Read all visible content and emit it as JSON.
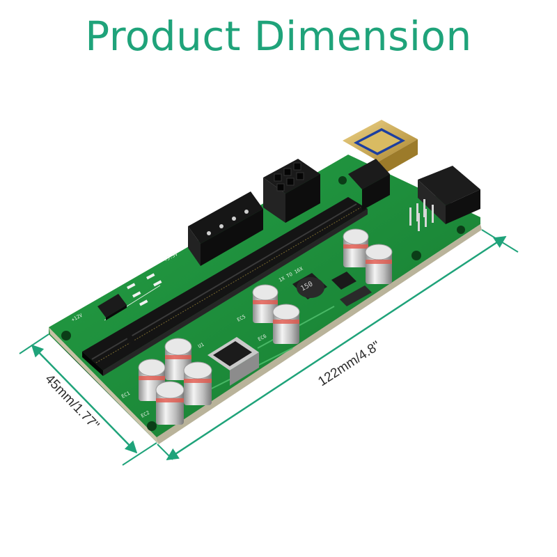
{
  "title": "Product Dimension",
  "dimensions": {
    "length": "122mm/4.8\"",
    "width": "45mm/1.77\""
  },
  "board_silkscreen": {
    "v12": "+12V",
    "v33": "+3.3V",
    "slot_note": "1X TO 16X",
    "inductor": "150",
    "ec1": "EC1",
    "ec2": "EC2",
    "ec5": "EC5",
    "ec6": "EC6",
    "u1": "U1"
  },
  "colors": {
    "title": "#1fa37a",
    "dimension_lines": "#1fa37a",
    "pcb": "#1d8a3a"
  }
}
